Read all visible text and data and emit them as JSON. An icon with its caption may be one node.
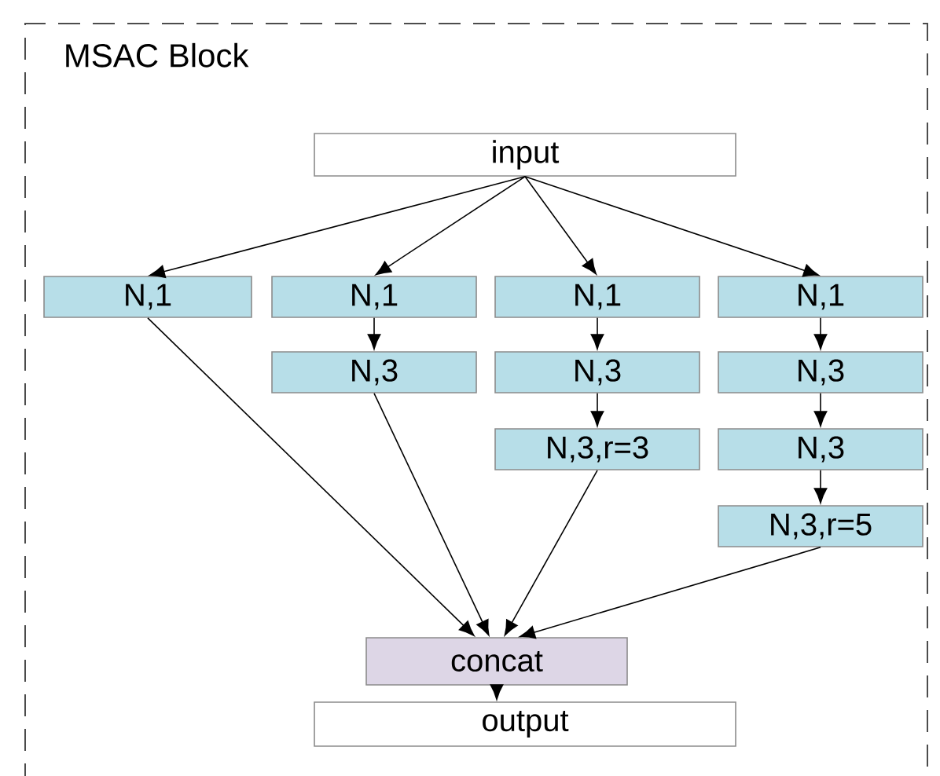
{
  "diagram": {
    "nodes": [
      {
        "text": [
          "MSAC Block"
        ]
      },
      {
        "text": [
          "input"
        ],
        "in": 0
      },
      {
        "text": [
          "N,1"
        ],
        "in": 0
      },
      {
        "text": [
          "N,1"
        ],
        "in": 0
      },
      {
        "text": [
          "N,3"
        ],
        "in": 0
      },
      {
        "text": [
          "N,1"
        ],
        "in": 0
      },
      {
        "text": [
          "N,3"
        ],
        "in": 0
      },
      {
        "text": [
          "N,3,r=3"
        ],
        "in": 0
      },
      {
        "text": [
          "N,1"
        ],
        "in": 0
      },
      {
        "text": [
          "N,3"
        ],
        "in": 0
      },
      {
        "text": [
          "N,3"
        ],
        "in": 0
      },
      {
        "text": [
          "N,3,r=5"
        ],
        "in": 0
      },
      {
        "text": [
          "concat"
        ],
        "in": 0
      },
      {
        "text": [
          "output"
        ],
        "in": 0
      }
    ],
    "edges": [
      {
        "from": 1,
        "to": 2,
        "arrow": "to"
      },
      {
        "from": 1,
        "to": 3,
        "arrow": "to"
      },
      {
        "from": 1,
        "to": 5,
        "arrow": "to"
      },
      {
        "from": 1,
        "to": 8,
        "arrow": "to"
      },
      {
        "from": 3,
        "to": 4,
        "arrow": "to"
      },
      {
        "from": 5,
        "to": 6,
        "arrow": "to"
      },
      {
        "from": 6,
        "to": 7,
        "arrow": "to"
      },
      {
        "from": 8,
        "to": 9,
        "arrow": "to"
      },
      {
        "from": 9,
        "to": 10,
        "arrow": "to"
      },
      {
        "from": 10,
        "to": 11,
        "arrow": "to"
      },
      {
        "from": 2,
        "to": 12,
        "arrow": "to"
      },
      {
        "from": 4,
        "to": 12,
        "arrow": "to"
      },
      {
        "from": 7,
        "to": 12,
        "arrow": "to"
      },
      {
        "from": 11,
        "to": 12,
        "arrow": "to"
      },
      {
        "from": 12,
        "to": 13,
        "arrow": "to"
      }
    ]
  }
}
